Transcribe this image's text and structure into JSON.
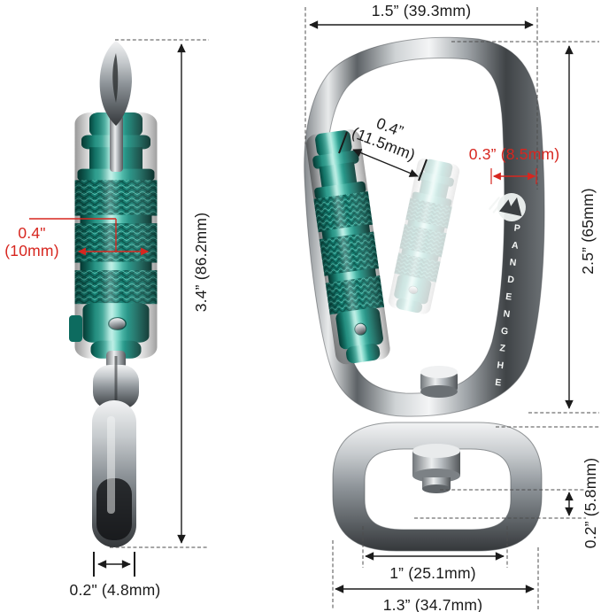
{
  "diagram": {
    "background": "#ffffff",
    "brand": {
      "name": "PANDENGZHE",
      "logo": "mountain-icon",
      "text_color": "#f4f6f5"
    },
    "colors": {
      "dimension_black": "#1b1b1b",
      "dimension_red": "#d7261f",
      "carabiner_teal": "#1f9384",
      "ghost_teal": "#d5ebe7",
      "metal_silver": "#b9bec2"
    },
    "side_view": {
      "overall_height": "3.4” (86.2mm)",
      "barrel_diameter_inch": "0.4\"",
      "barrel_diameter_mm": "(10mm)",
      "strap_ring_thickness": "0.2\" (4.8mm)"
    },
    "front_view": {
      "overall_width": "1.5” (39.3mm)",
      "gate_opening_inch": "0.4”",
      "gate_opening_mm": "(11.5mm)",
      "spine_thickness": "0.3” (8.5mm)",
      "body_height": "2.5” (65mm)",
      "strap_bar_thickness": "0.2” (5.8mm)",
      "strap_ring_inner_width": "1” (25.1mm)",
      "strap_ring_outer_width": "1.3” (34.7mm)"
    }
  }
}
